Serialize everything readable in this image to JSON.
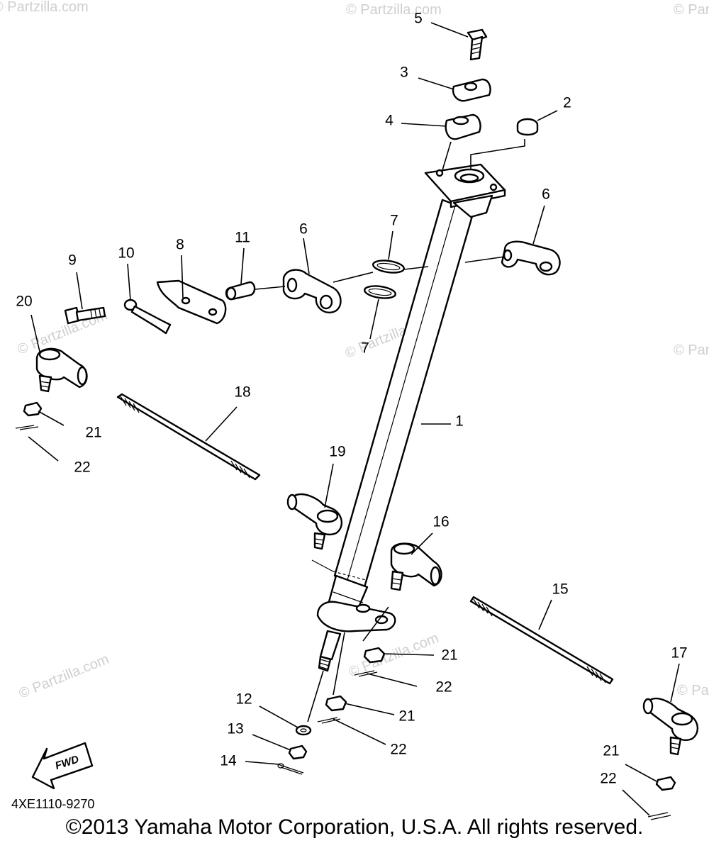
{
  "diagram": {
    "watermark": "© Partzilla.com",
    "callouts": [
      {
        "id": "c5",
        "text": "5"
      },
      {
        "id": "c3",
        "text": "3"
      },
      {
        "id": "c2",
        "text": "2"
      },
      {
        "id": "c4",
        "text": "4"
      },
      {
        "id": "c6a",
        "text": "6"
      },
      {
        "id": "c6b",
        "text": "6"
      },
      {
        "id": "c7a",
        "text": "7"
      },
      {
        "id": "c7b",
        "text": "7"
      },
      {
        "id": "c11",
        "text": "11"
      },
      {
        "id": "c8",
        "text": "8"
      },
      {
        "id": "c10",
        "text": "10"
      },
      {
        "id": "c9",
        "text": "9"
      },
      {
        "id": "c20",
        "text": "20"
      },
      {
        "id": "c18",
        "text": "18"
      },
      {
        "id": "c1",
        "text": "1"
      },
      {
        "id": "c21a",
        "text": "21"
      },
      {
        "id": "c22a",
        "text": "22"
      },
      {
        "id": "c19",
        "text": "19"
      },
      {
        "id": "c16",
        "text": "16"
      },
      {
        "id": "c15",
        "text": "15"
      },
      {
        "id": "c21b",
        "text": "21"
      },
      {
        "id": "c22b",
        "text": "22"
      },
      {
        "id": "c17",
        "text": "17"
      },
      {
        "id": "c12",
        "text": "12"
      },
      {
        "id": "c21c",
        "text": "21"
      },
      {
        "id": "c13",
        "text": "13"
      },
      {
        "id": "c22c",
        "text": "22"
      },
      {
        "id": "c14",
        "text": "14"
      },
      {
        "id": "c21d",
        "text": "21"
      },
      {
        "id": "c22d",
        "text": "22"
      }
    ],
    "fwd_label": "FWD",
    "diagram_code": "4XE1110-9270"
  },
  "footer": {
    "copyright": "©2013 Yamaha Motor Corporation, U.S.A. All rights reserved."
  }
}
